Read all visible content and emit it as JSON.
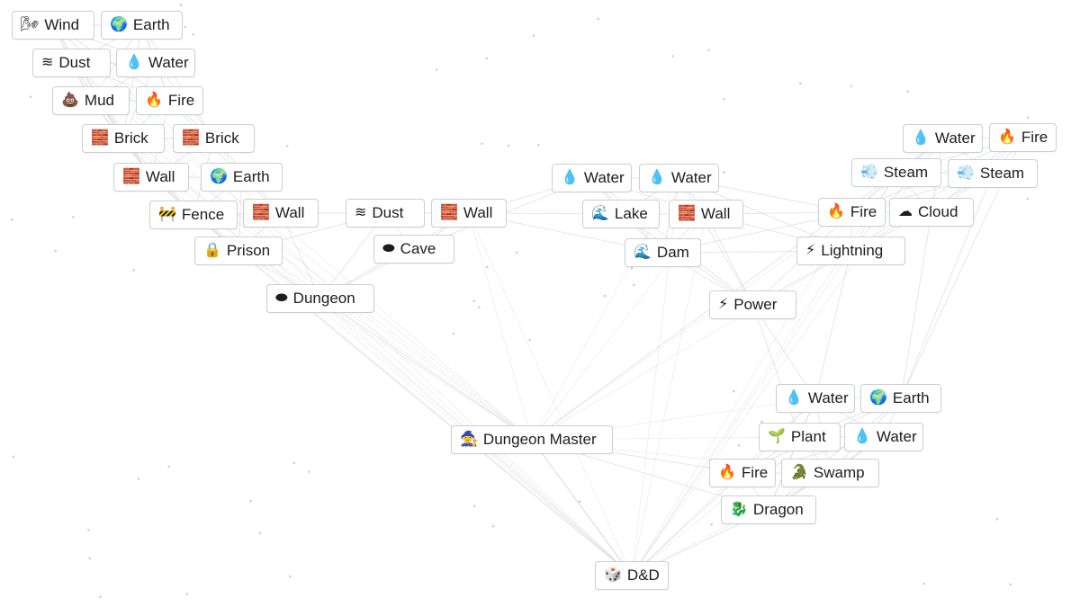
{
  "tiles": [
    {
      "id": "wind",
      "icon": "🌬",
      "label": "Wind"
    },
    {
      "id": "earth-1",
      "icon": "🌍",
      "label": "Earth"
    },
    {
      "id": "dust-1",
      "icon": "≋",
      "label": "Dust"
    },
    {
      "id": "water-1",
      "icon": "💧",
      "label": "Water"
    },
    {
      "id": "mud",
      "icon": "💩",
      "label": "Mud"
    },
    {
      "id": "fire-1",
      "icon": "🔥",
      "label": "Fire"
    },
    {
      "id": "brick-1",
      "icon": "🧱",
      "label": "Brick"
    },
    {
      "id": "brick-2",
      "icon": "🧱",
      "label": "Brick"
    },
    {
      "id": "wall-1",
      "icon": "🧱",
      "label": "Wall"
    },
    {
      "id": "earth-2",
      "icon": "🌍",
      "label": "Earth"
    },
    {
      "id": "fence",
      "icon": "🚧",
      "label": "Fence"
    },
    {
      "id": "wall-2",
      "icon": "🧱",
      "label": "Wall"
    },
    {
      "id": "prison",
      "icon": "🔒",
      "label": "Prison"
    },
    {
      "id": "dust-2",
      "icon": "≋",
      "label": "Dust"
    },
    {
      "id": "wall-3",
      "icon": "🧱",
      "label": "Wall"
    },
    {
      "id": "cave",
      "icon": "⬬",
      "label": "Cave"
    },
    {
      "id": "dungeon",
      "icon": "⬬",
      "label": "Dungeon"
    },
    {
      "id": "water-2",
      "icon": "💧",
      "label": "Water"
    },
    {
      "id": "water-3",
      "icon": "💧",
      "label": "Water"
    },
    {
      "id": "lake",
      "icon": "🌊",
      "label": "Lake"
    },
    {
      "id": "wall-4",
      "icon": "🧱",
      "label": "Wall"
    },
    {
      "id": "dam",
      "icon": "🌊",
      "label": "Dam"
    },
    {
      "id": "water-4",
      "icon": "💧",
      "label": "Water"
    },
    {
      "id": "fire-2",
      "icon": "🔥",
      "label": "Fire"
    },
    {
      "id": "steam-1",
      "icon": "💨",
      "label": "Steam"
    },
    {
      "id": "steam-2",
      "icon": "💨",
      "label": "Steam"
    },
    {
      "id": "fire-3",
      "icon": "🔥",
      "label": "Fire"
    },
    {
      "id": "cloud",
      "icon": "☁",
      "label": "Cloud"
    },
    {
      "id": "lightning",
      "icon": "⚡",
      "label": "Lightning"
    },
    {
      "id": "power",
      "icon": "⚡",
      "label": "Power"
    },
    {
      "id": "water-5",
      "icon": "💧",
      "label": "Water"
    },
    {
      "id": "earth-3",
      "icon": "🌍",
      "label": "Earth"
    },
    {
      "id": "plant",
      "icon": "🌱",
      "label": "Plant"
    },
    {
      "id": "water-6",
      "icon": "💧",
      "label": "Water"
    },
    {
      "id": "dungeon-master",
      "icon": "🧙",
      "label": "Dungeon Master"
    },
    {
      "id": "fire-4",
      "icon": "🔥",
      "label": "Fire"
    },
    {
      "id": "swamp",
      "icon": "🐊",
      "label": "Swamp"
    },
    {
      "id": "dragon",
      "icon": "🐉",
      "label": "Dragon"
    },
    {
      "id": "dnd",
      "icon": "🎲",
      "label": "D&D"
    }
  ]
}
